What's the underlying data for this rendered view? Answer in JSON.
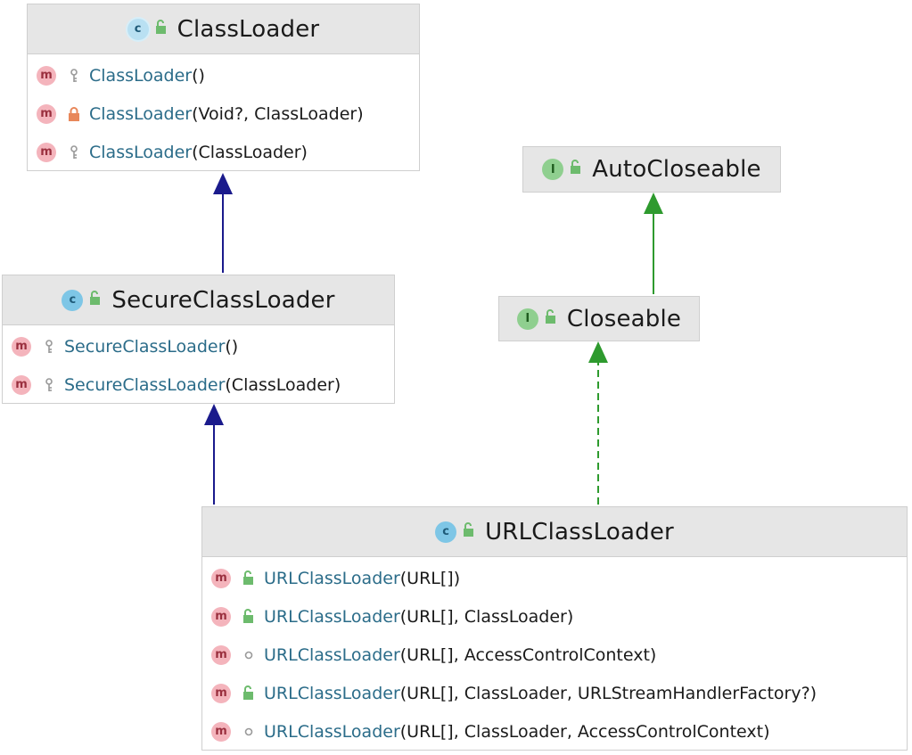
{
  "classes": {
    "classloader": {
      "title": "ClassLoader",
      "type_icon": "abstract-class-icon",
      "members": [
        {
          "name": "ClassLoader",
          "sig": "()",
          "visibility": "package-private"
        },
        {
          "name": "ClassLoader",
          "sig": "(Void?, ClassLoader)",
          "visibility": "private"
        },
        {
          "name": "ClassLoader",
          "sig": "(ClassLoader)",
          "visibility": "package-private"
        }
      ]
    },
    "secureclassloader": {
      "title": "SecureClassLoader",
      "type_icon": "class-icon",
      "members": [
        {
          "name": "SecureClassLoader",
          "sig": "()",
          "visibility": "package-private"
        },
        {
          "name": "SecureClassLoader",
          "sig": "(ClassLoader)",
          "visibility": "package-private"
        }
      ]
    },
    "autocloseable": {
      "title": "AutoCloseable",
      "type_icon": "interface-icon"
    },
    "closeable": {
      "title": "Closeable",
      "type_icon": "interface-icon"
    },
    "urlclassloader": {
      "title": "URLClassLoader",
      "type_icon": "class-icon",
      "members": [
        {
          "name": "URLClassLoader",
          "sig": "(URL[])",
          "visibility": "public"
        },
        {
          "name": "URLClassLoader",
          "sig": "(URL[], ClassLoader)",
          "visibility": "public"
        },
        {
          "name": "URLClassLoader",
          "sig": "(URL[], AccessControlContext)",
          "visibility": "protected"
        },
        {
          "name": "URLClassLoader",
          "sig": "(URL[], ClassLoader, URLStreamHandlerFactory?)",
          "visibility": "public"
        },
        {
          "name": "URLClassLoader",
          "sig": "(URL[], ClassLoader, AccessControlContext)",
          "visibility": "protected"
        }
      ]
    }
  },
  "icon_labels": {
    "method": "m",
    "class": "c",
    "interface": "I"
  },
  "colors": {
    "extends_arrow": "#1a1a8c",
    "implements_arrow": "#2e9a2e",
    "method_badge": "#f4b4bc",
    "class_badge": "#7ec6e6",
    "interface_badge": "#8fcf8f",
    "member_name": "#2b6c89",
    "header_bg": "#e6e6e6"
  },
  "relations": [
    {
      "from": "secureclassloader",
      "to": "classloader",
      "kind": "extends"
    },
    {
      "from": "urlclassloader",
      "to": "secureclassloader",
      "kind": "extends"
    },
    {
      "from": "closeable",
      "to": "autocloseable",
      "kind": "extends"
    },
    {
      "from": "urlclassloader",
      "to": "closeable",
      "kind": "implements"
    }
  ]
}
